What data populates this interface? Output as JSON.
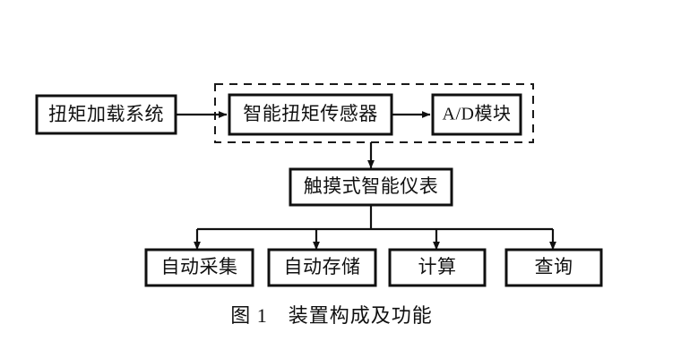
{
  "figure": {
    "caption_label": "图 1",
    "caption_title": "装置构成及功能",
    "caption_full": "图 1　装置构成及功能",
    "background_color": "#ffffff",
    "line_color": "#101010",
    "text_color": "#101010"
  },
  "nodes": {
    "torque_loading_system": {
      "label": "扭矩加载系统"
    },
    "smart_torque_sensor": {
      "label": "智能扭矩传感器"
    },
    "ad_module": {
      "label": "A/D模块"
    },
    "touch_smart_instrument": {
      "label": "触摸式智能仪表"
    },
    "auto_acquisition": {
      "label": "自动采集"
    },
    "auto_storage": {
      "label": "自动存储"
    },
    "calculation": {
      "label": "计算"
    },
    "query": {
      "label": "查询"
    }
  },
  "group": {
    "dashed_enclosure_name": "sensor-ad-group"
  },
  "functions_row": [
    {
      "label": "自动采集"
    },
    {
      "label": "自动存储"
    },
    {
      "label": "计算"
    },
    {
      "label": "查询"
    }
  ],
  "flow": {
    "edges": [
      {
        "from": "扭矩加载系统",
        "to": "智能扭矩传感器"
      },
      {
        "from": "智能扭矩传感器",
        "to": "A/D模块"
      },
      {
        "from": "A/D模块",
        "to": "触摸式智能仪表"
      },
      {
        "from": "触摸式智能仪表",
        "to": "自动采集"
      },
      {
        "from": "触摸式智能仪表",
        "to": "自动存储"
      },
      {
        "from": "触摸式智能仪表",
        "to": "计算"
      },
      {
        "from": "触摸式智能仪表",
        "to": "查询"
      }
    ]
  }
}
